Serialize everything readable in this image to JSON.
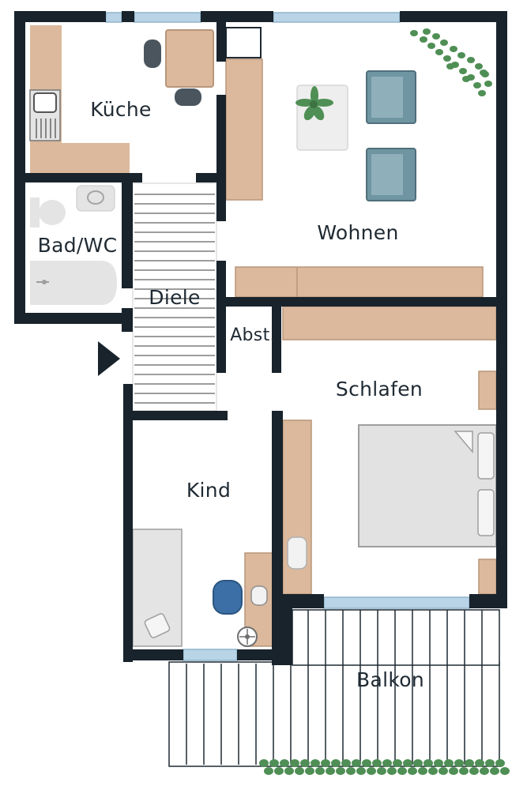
{
  "plan": {
    "colors": {
      "wall": "#18232c",
      "furniture_wood": "#dcb99c",
      "wood_edge": "#b99679",
      "grey": "#e4e4e4",
      "grey_edge": "#9e9e9e",
      "window": "#b8d4e6",
      "armchair": "#6f95a2",
      "chair": "#4a555e",
      "kid_chair": "#3c6fa6",
      "plant": "#4f8f55",
      "balcony_line": "#1f2a33"
    },
    "rooms": {
      "kueche": "Küche",
      "wohnen": "Wohnen",
      "bad": "Bad/WC",
      "diele": "Diele",
      "abst": "Abst.",
      "schlafen": "Schlafen",
      "kind": "Kind",
      "balkon": "Balkon"
    },
    "icons": {
      "entrance": "entrance-arrow-icon",
      "stairs": "staircase-icon",
      "plant": "plant-icon",
      "sink": "sink-icon",
      "toilet": "toilet-icon",
      "bathtub": "bathtub-icon",
      "bed": "double-bed-icon",
      "armchair": "armchair-icon",
      "chair": "chair-icon"
    }
  }
}
